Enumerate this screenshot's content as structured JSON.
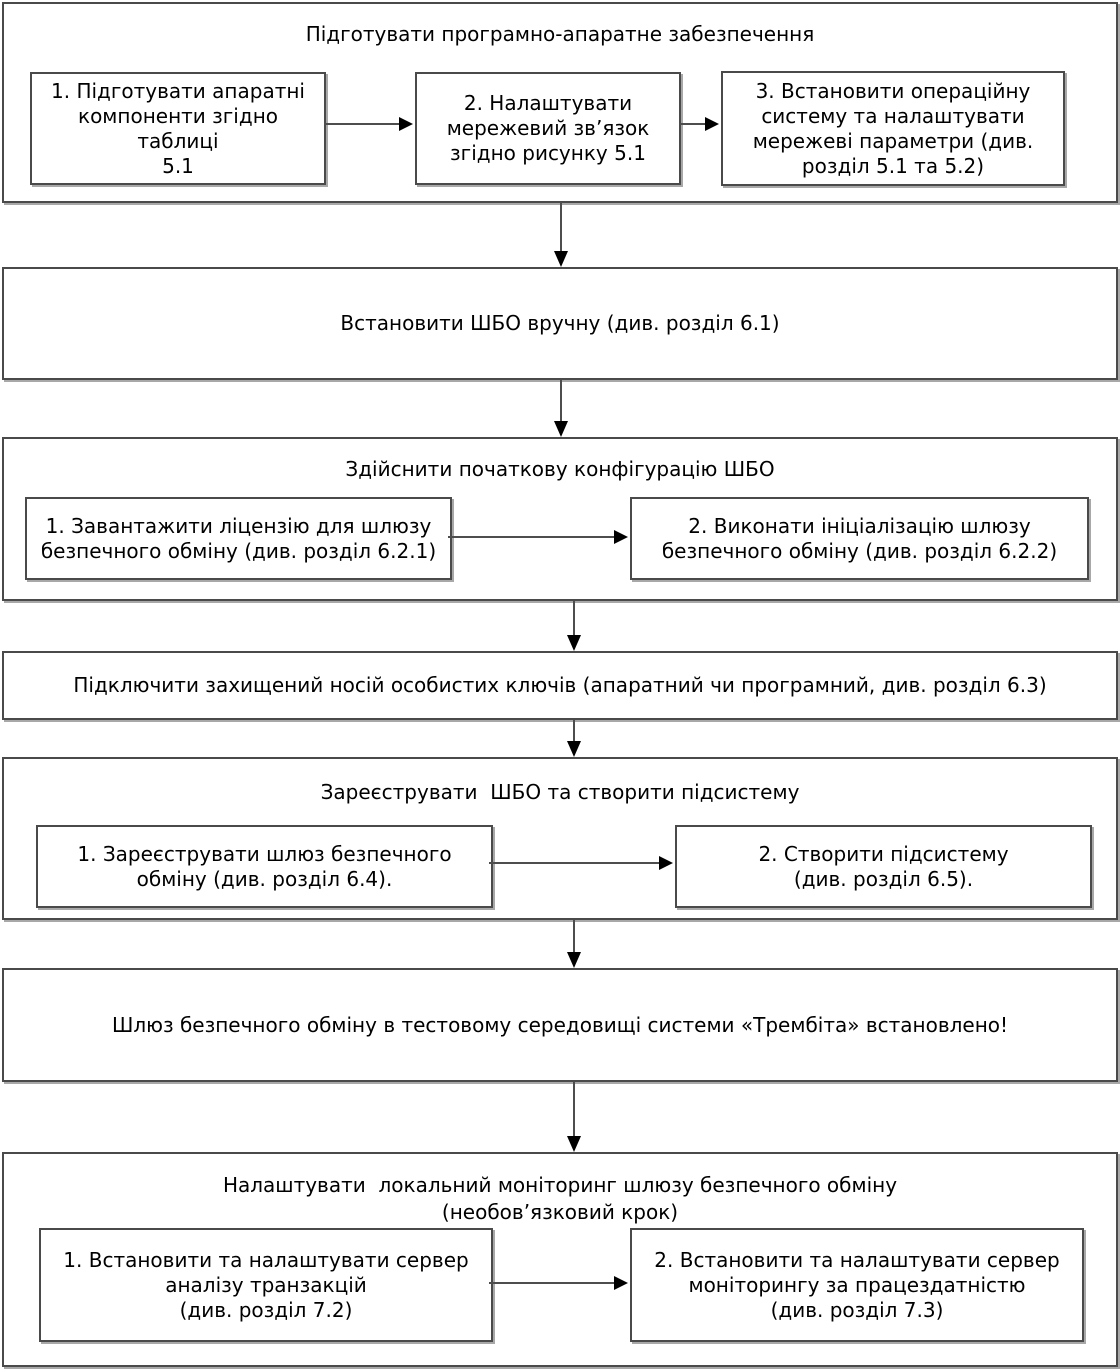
{
  "sections": {
    "s1": {
      "title": "Підготувати програмно-апаратне забезпечення",
      "steps": [
        "1. Підготувати апаратні\nкомпоненти згідно таблиці\n5.1",
        "2. Налаштувати\nмережевий зв’язок\nзгідно рисунку 5.1",
        "3. Встановити операційну\nсистему та налаштувати\nмережеві параметри (див.\nрозділ 5.1 та 5.2)"
      ]
    },
    "s2": {
      "text": "Встановити ШБО вручну (див. розділ 6.1)"
    },
    "s3": {
      "title": "Здійснити початкову конфігурацію ШБО",
      "steps": [
        "1. Завантажити ліцензію для шлюзу\nбезпечного обміну (див. розділ 6.2.1)",
        "2. Виконати ініціалізацію шлюзу\nбезпечного обміну (див. розділ 6.2.2)"
      ]
    },
    "s4": {
      "text": "Підключити захищений носій особистих ключів (апаратний чи програмний, див. розділ 6.3)"
    },
    "s5": {
      "title": "Зареєструвати  ШБО та створити підсистему",
      "steps": [
        "1. Зареєструвати шлюз безпечного\nобміну (див. розділ 6.4).",
        "2. Створити підсистему\n(див. розділ 6.5)."
      ]
    },
    "s6": {
      "text": "Шлюз безпечного обміну в тестовому середовищі системи «Трембіта» встановлено!"
    },
    "s7": {
      "title": "Налаштувати  локальний моніторинг шлюзу безпечного обміну\n(необов’язковий крок)",
      "steps": [
        "1. Встановити та налаштувати сервер\nаналізу транзакцій\n(див. розділ 7.2)",
        "2. Встановити та налаштувати сервер\nмоніторингу за працездатністю\n(див. розділ 7.3)"
      ]
    },
    "colors": {
      "box_border": "#4a4a4a",
      "box_shadow": "#a8a8a8",
      "arrow": "#000000",
      "text": "#000000",
      "background": "#ffffff"
    }
  }
}
